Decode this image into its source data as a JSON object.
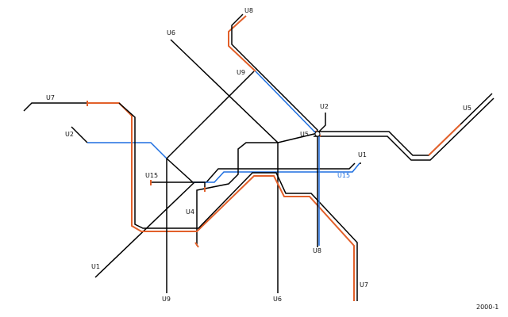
{
  "map": {
    "year_label": "2000-1",
    "colors": {
      "background": "#ffffff",
      "black_line": "#000000",
      "orange_line": "#e2602a",
      "blue_line": "#1e6fe0"
    },
    "terminals": {
      "u8_north": "U8",
      "u6_north": "U6",
      "u9_north": "U9",
      "u7_west": "U7",
      "u2_west": "U2",
      "u15_west": "U15",
      "u4": "U4",
      "u1_south": "U1",
      "u9_south": "U9",
      "u6_south": "U6",
      "u8_south": "U8",
      "u7_south": "U7",
      "u5_center": "U5",
      "u2_north": "U2",
      "u5_east": "U5",
      "u1_east": "U1",
      "u15_east": "U15"
    }
  }
}
